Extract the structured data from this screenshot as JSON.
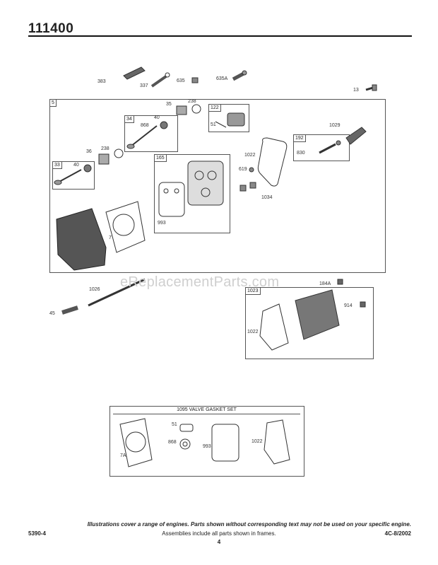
{
  "header": {
    "title": "111400"
  },
  "watermark": "eReplacementParts.com",
  "labels": {
    "p383": "383",
    "p337": "337",
    "p635": "635",
    "p635a": "635A",
    "p13": "13",
    "f5": "5",
    "p35": "35",
    "p238a": "238",
    "f122": "122",
    "p51": "51",
    "f34": "34",
    "p868": "868",
    "p40a": "40",
    "p1029": "1029",
    "f192": "192",
    "p830": "830",
    "p36": "36",
    "p238b": "238",
    "p1022a": "1022",
    "f33": "33",
    "p40b": "40",
    "f165": "165",
    "p619": "619",
    "p1034": "1034",
    "p993a": "993",
    "p7a": "7",
    "p1026": "1026",
    "p45": "45",
    "p184a": "184A",
    "f1023": "1023",
    "p914": "914",
    "p1022b": "1022",
    "gasket_set": "1095 VALVE GASKET SET",
    "p51b": "51",
    "p868b": "868",
    "p7b": "7A",
    "p993b": "993",
    "p1022c": "1022"
  },
  "footer": {
    "disclaimer": "Illustrations cover a range of engines. Parts shown without corresponding text may not be used on your specific engine.",
    "left": "5390-4",
    "middle": "Assemblies include all parts shown in frames.",
    "right": "4C-8/2002",
    "page": "4"
  }
}
